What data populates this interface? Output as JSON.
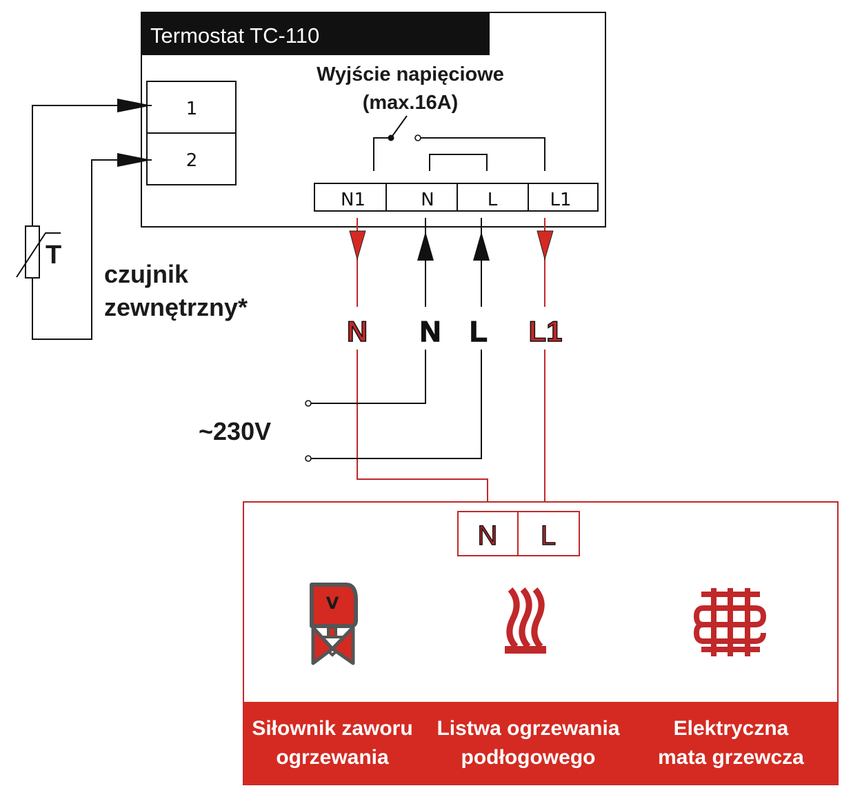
{
  "device": {
    "title": "Termostat TC-110",
    "output_heading_line1": "Wyjście napięciowe",
    "output_heading_line2": "(max.16A)",
    "sensor_terminals": [
      "1",
      "2"
    ],
    "output_terminals": [
      "N1",
      "N",
      "L",
      "L1"
    ]
  },
  "sensor": {
    "symbol_letter": "T",
    "label_line1": "czujnik",
    "label_line2": "zewnętrzny*"
  },
  "wires": {
    "labels": [
      {
        "text": "N",
        "color": "#c0282a"
      },
      {
        "text": "N",
        "color": "#111111"
      },
      {
        "text": "L",
        "color": "#111111"
      },
      {
        "text": "L1",
        "color": "#c0282a"
      }
    ]
  },
  "supply": {
    "label": "~230V"
  },
  "load": {
    "terminals": [
      "N",
      "L"
    ],
    "accent_color": "#d42a22",
    "items": [
      {
        "icon": "valve-actuator-icon",
        "line1": "Siłownik zaworu",
        "line2": "ogrzewania"
      },
      {
        "icon": "heating-strip-icon",
        "line1": "Listwa ogrzewania",
        "line2": "podłogowego"
      },
      {
        "icon": "heating-mat-icon",
        "line1": "Elektryczna",
        "line2": "mata grzewcza"
      }
    ]
  }
}
